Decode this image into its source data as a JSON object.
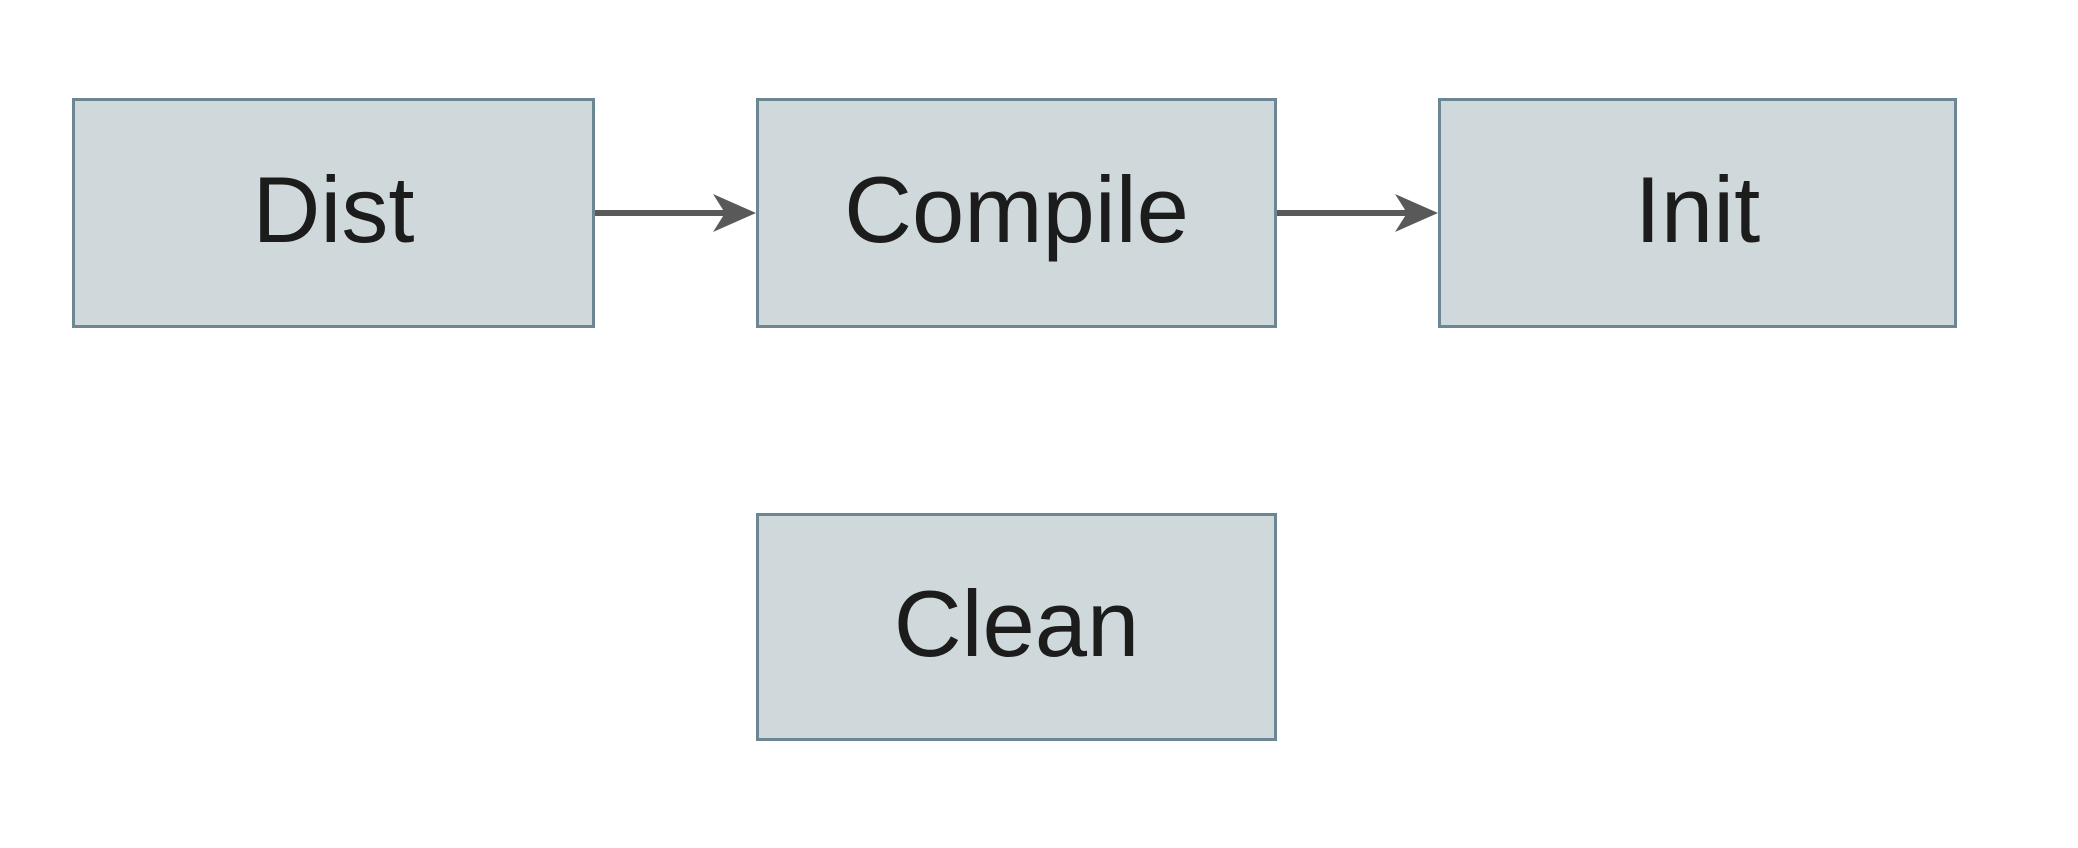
{
  "diagram": {
    "type": "flowchart",
    "nodes": [
      {
        "id": "dist",
        "label": "Dist"
      },
      {
        "id": "compile",
        "label": "Compile"
      },
      {
        "id": "init",
        "label": "Init"
      },
      {
        "id": "clean",
        "label": "Clean"
      }
    ],
    "edges": [
      {
        "from": "Dist",
        "to": "Compile",
        "style": "solid",
        "arrowhead": "concave-chevron"
      },
      {
        "from": "Compile",
        "to": "Init",
        "style": "solid",
        "arrowhead": "concave-chevron"
      }
    ],
    "colors": {
      "node_fill": "#cfd8da",
      "node_border": "#6d8694",
      "arrow": "#595959",
      "text": "#1c1c1c",
      "background": "#ffffff"
    }
  }
}
